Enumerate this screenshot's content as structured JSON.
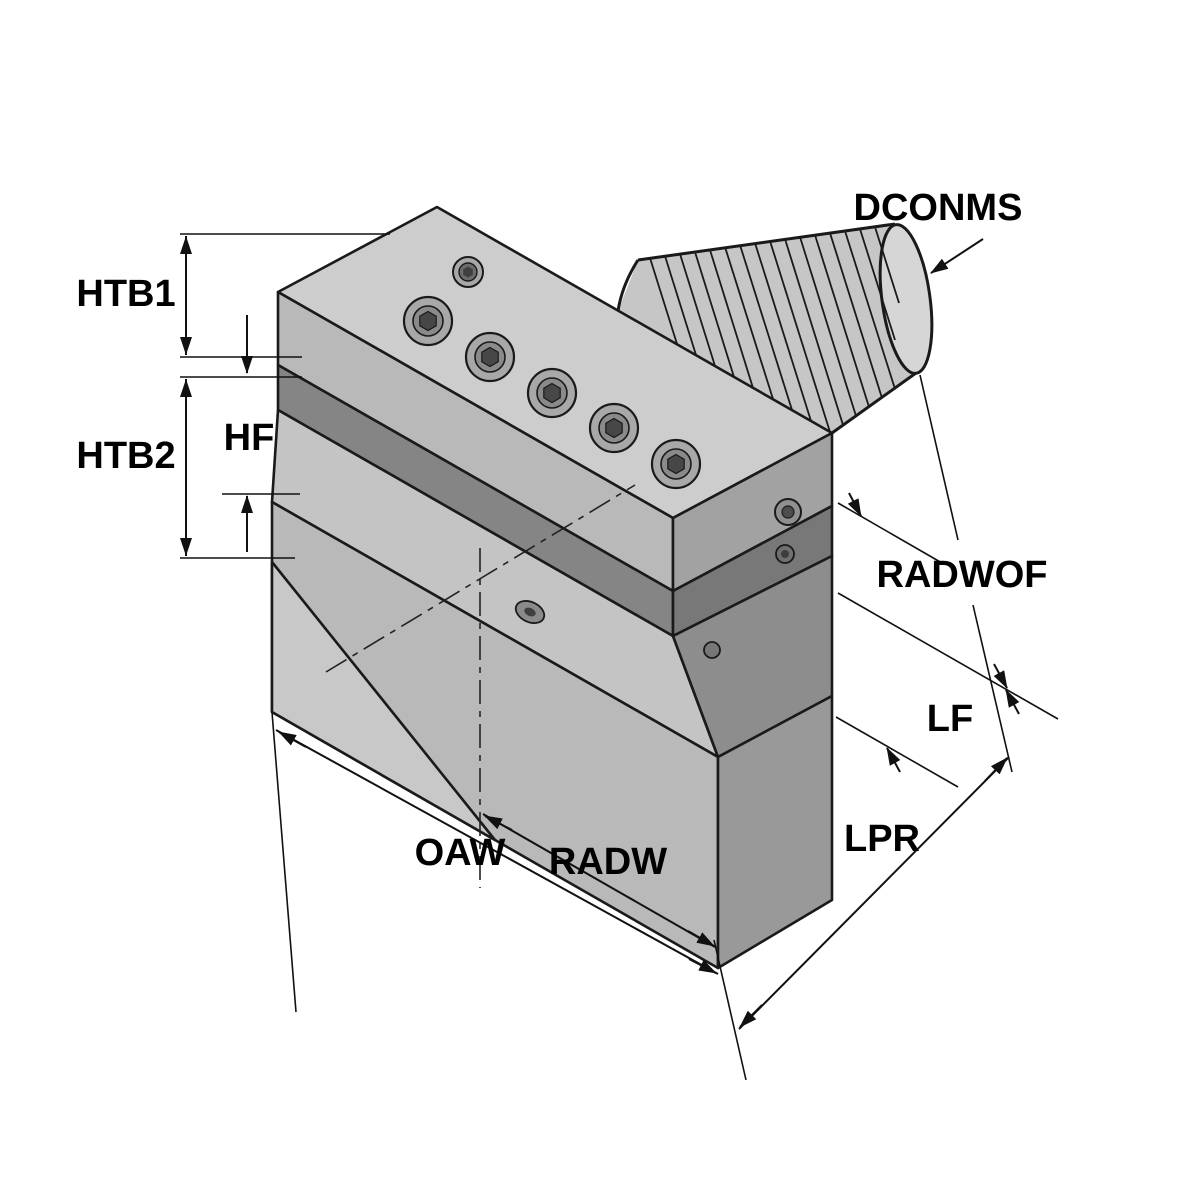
{
  "diagram": {
    "type": "technical-drawing",
    "subject": "VDI radial tool holder with serrated cylindrical shank, isometric dimensional drawing",
    "labels": {
      "htb1": "HTB1",
      "htb2": "HTB2",
      "hf": "HF",
      "dconms": "DCONMS",
      "radwof": "RADWOF",
      "lf": "LF",
      "lpr": "LPR",
      "oaw": "OAW",
      "radw": "RADW"
    },
    "colors": {
      "background": "#ffffff",
      "line": "#1a1a1a",
      "face_top": "#cdcdcd",
      "face_front": "#b9b9b9",
      "face_right": "#a2a2a2",
      "face_slot": "#858585",
      "face_step": "#8d8d8d",
      "shank": "#c6c6c6"
    }
  }
}
